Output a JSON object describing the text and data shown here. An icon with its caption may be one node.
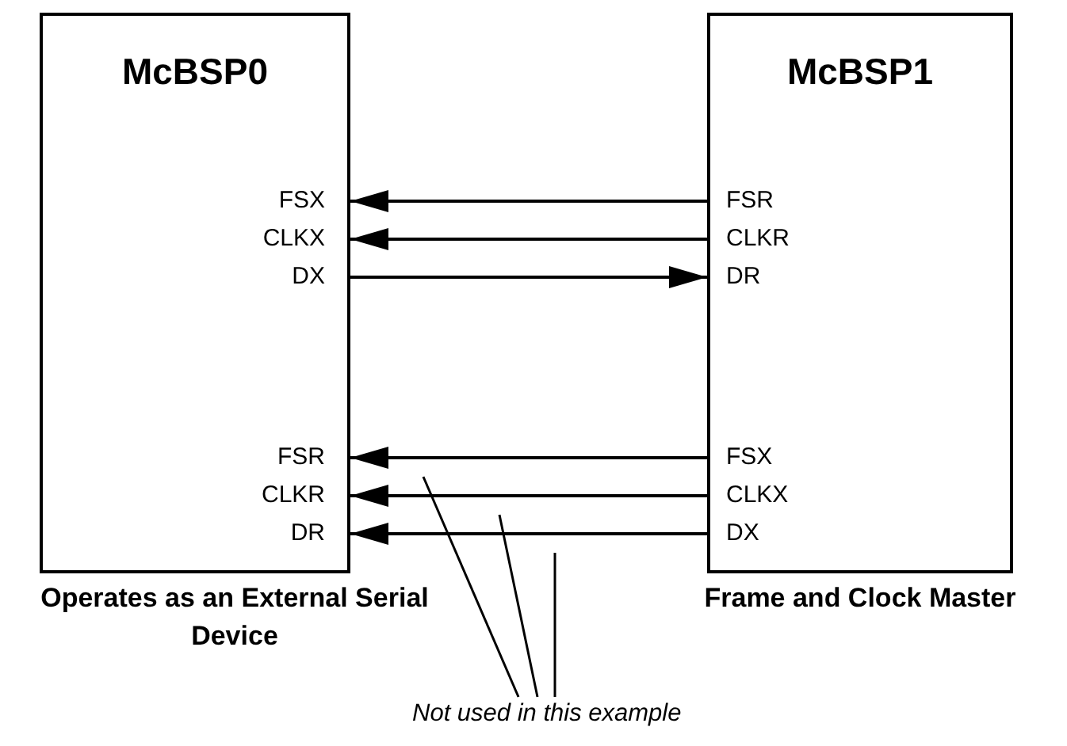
{
  "diagram": {
    "nodes": [
      {
        "text": [
          "McBSP0"
        ],
        "beside": [
          "Operates as an External Serial Device"
        ]
      },
      {
        "text": [
          "FSX"
        ],
        "in": 0
      },
      {
        "text": [
          "CLKX"
        ],
        "in": 0
      },
      {
        "text": [
          "DX"
        ],
        "in": 0
      },
      {
        "text": [
          "FSR"
        ],
        "in": 0
      },
      {
        "text": [
          "CLKR"
        ],
        "in": 0
      },
      {
        "text": [
          "DR"
        ],
        "in": 0
      },
      {
        "text": [
          "McBSP1"
        ],
        "beside": [
          "Frame and Clock Master"
        ]
      },
      {
        "text": [
          "FSR"
        ],
        "in": 7
      },
      {
        "text": [
          "CLKR"
        ],
        "in": 7
      },
      {
        "text": [
          "DR"
        ],
        "in": 7
      },
      {
        "text": [
          "FSX"
        ],
        "in": 7
      },
      {
        "text": [
          "CLKX"
        ],
        "in": 7
      },
      {
        "text": [
          "DX"
        ],
        "in": 7
      },
      {
        "text": [
          "Not used in this example"
        ]
      }
    ],
    "edges": [
      {
        "from": 8,
        "to": 1,
        "arrow": "to"
      },
      {
        "from": 9,
        "to": 2,
        "arrow": "to"
      },
      {
        "from": 3,
        "to": 10,
        "arrow": "to"
      },
      {
        "from": 11,
        "to": 4,
        "arrow": "to"
      },
      {
        "from": 12,
        "to": 5,
        "arrow": "to"
      },
      {
        "from": 13,
        "to": 6,
        "arrow": "to"
      },
      {
        "from": 14,
        "to": null,
        "arrow": "none"
      },
      {
        "from": 14,
        "to": null,
        "arrow": "none"
      },
      {
        "from": 14,
        "to": null,
        "arrow": "none"
      }
    ]
  }
}
